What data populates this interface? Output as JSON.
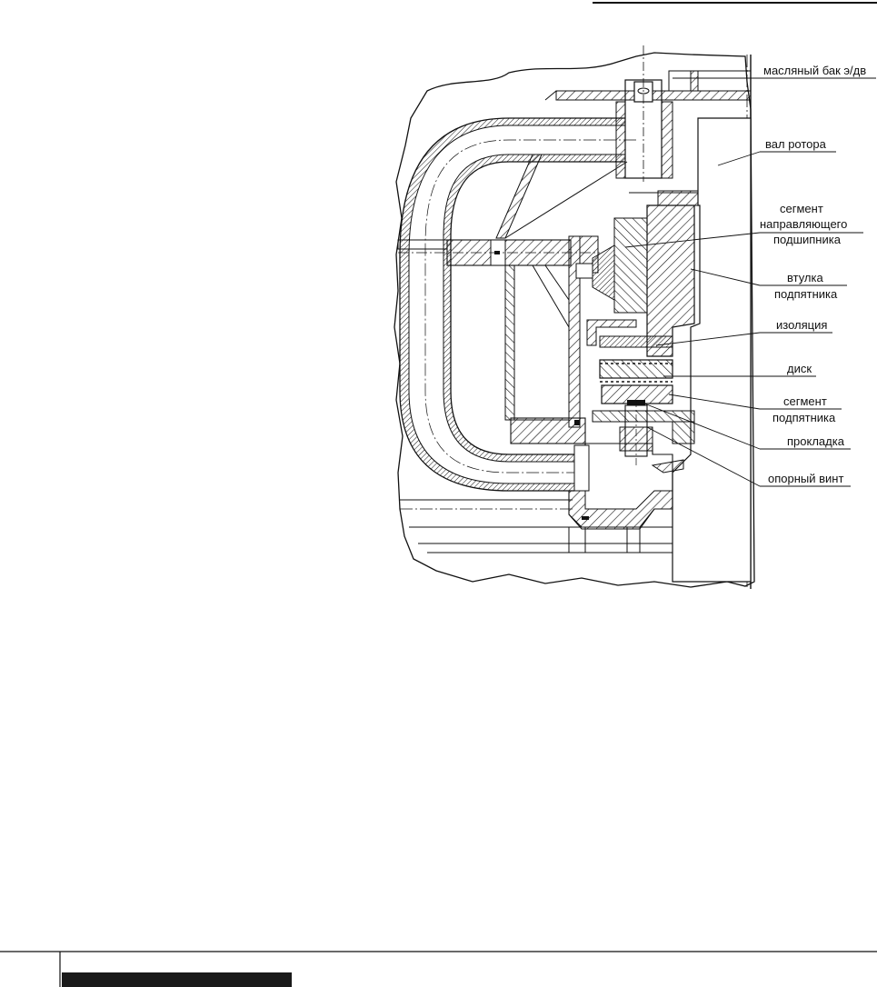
{
  "diagram": {
    "labels": {
      "oil_tank": "масляный бак э/дв",
      "rotor_shaft": "вал ротора",
      "guide_bearing_segment": [
        "сегмент",
        "направляющего",
        "подшипника"
      ],
      "thrust_bushing": [
        "втулка",
        "подпятника"
      ],
      "insulation": "изоляция",
      "disk": "диск",
      "thrust_segment": [
        "сегмент",
        "подпятника"
      ],
      "gasket": "прокладка",
      "support_screw": "опорный винт"
    }
  },
  "colors": {
    "ink": "#111111",
    "paper": "#ffffff",
    "footer_bar": "#1a1a1a"
  }
}
